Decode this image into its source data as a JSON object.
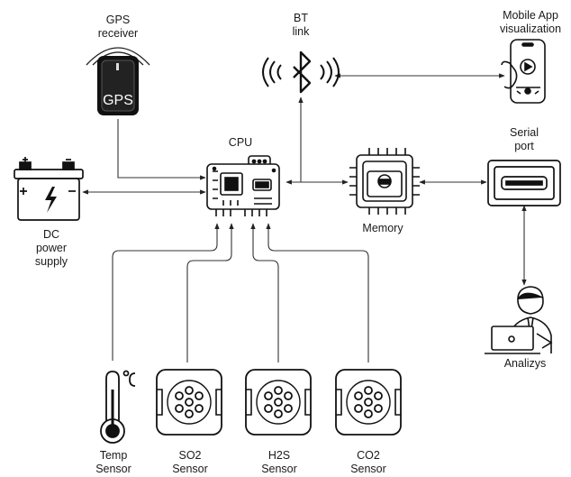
{
  "gps": {
    "label_line1": "GPS",
    "label_line2": "receiver",
    "device_text": "GPS"
  },
  "bt": {
    "label_line1": "BT",
    "label_line2": "link"
  },
  "mobile": {
    "label_line1": "Mobile App",
    "label_line2": "visualization"
  },
  "cpu": {
    "label": "CPU"
  },
  "memory": {
    "label": "Memory"
  },
  "serial": {
    "label_line1": "Serial",
    "label_line2": "port"
  },
  "dc": {
    "label_line1": "DC",
    "label_line2": "power",
    "label_line3": "supply"
  },
  "analyst": {
    "label": "Analizys"
  },
  "sensors": [
    {
      "label_line1": "Temp",
      "label_line2": "Sensor"
    },
    {
      "label_line1": "SO2",
      "label_line2": "Sensor"
    },
    {
      "label_line1": "H2S",
      "label_line2": "Sensor"
    },
    {
      "label_line1": "CO2",
      "label_line2": "Sensor"
    }
  ]
}
